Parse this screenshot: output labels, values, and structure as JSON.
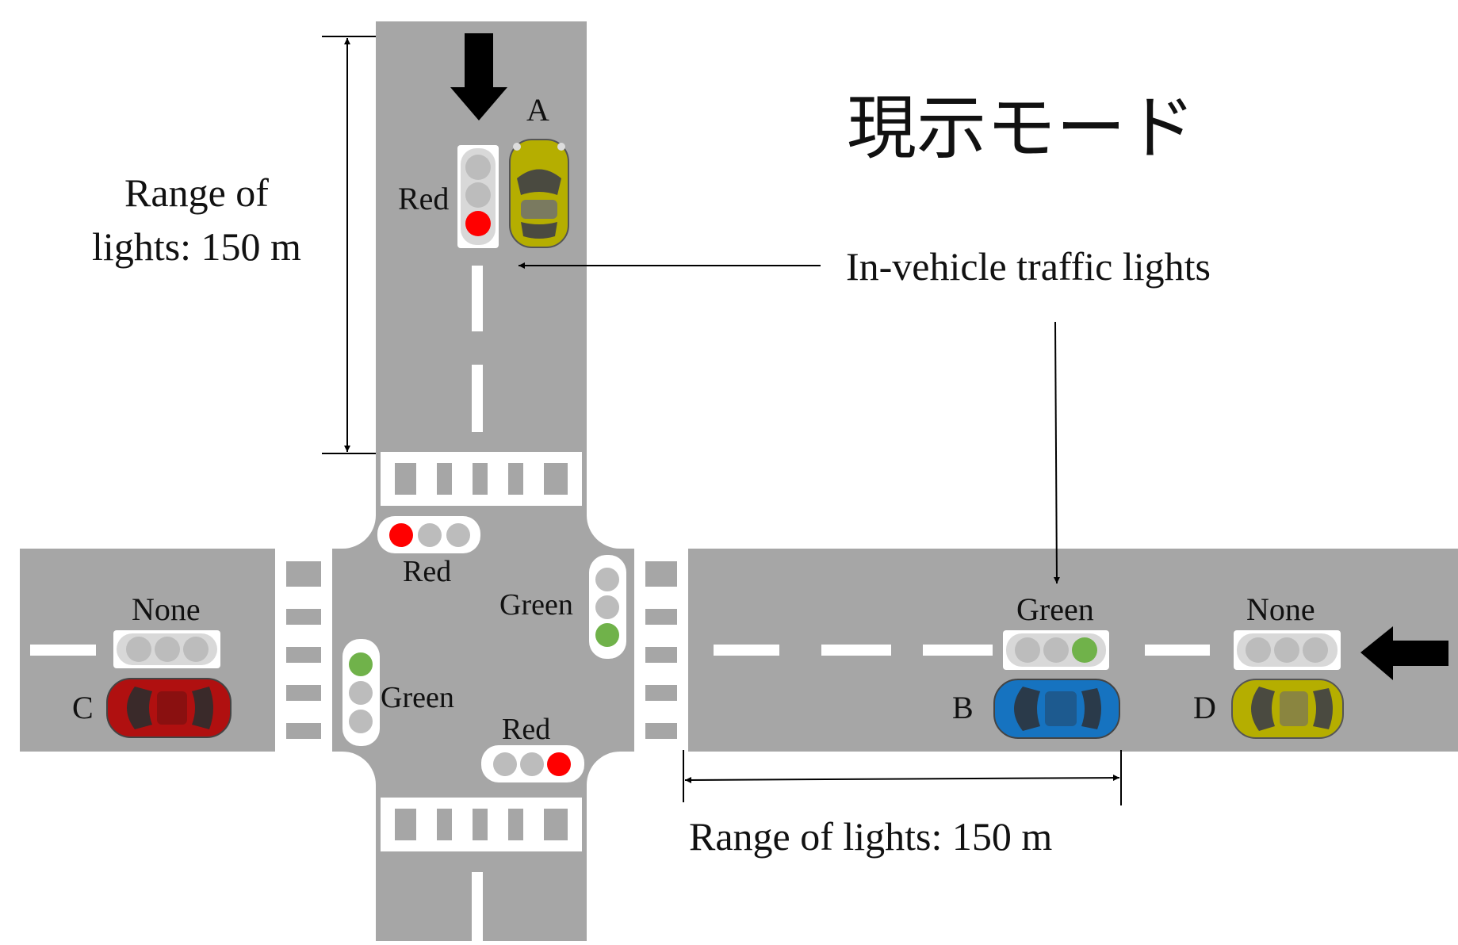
{
  "title": "現示モード",
  "callout_label": "In-vehicle traffic lights",
  "range_vertical": {
    "line1": "Range of",
    "line2": "lights: 150 m"
  },
  "range_horizontal": "Range of lights: 150 m",
  "colors": {
    "road": "#a6a6a6",
    "marking": "#ffffff",
    "lamp_off": "#bcbcbc",
    "lamp_red": "#ff0000",
    "lamp_green": "#70b24a",
    "arrow": "#000000"
  },
  "signals": {
    "north": {
      "label": "Red",
      "active": "red"
    },
    "south": {
      "label": "Red",
      "active": "red"
    },
    "east": {
      "label": "Green",
      "active": "green"
    },
    "west": {
      "label": "Green",
      "active": "green"
    }
  },
  "vehicles": [
    {
      "id": "A",
      "label": "A",
      "color": "#b5ae00",
      "light_label": "Red",
      "light_state": "red"
    },
    {
      "id": "B",
      "label": "B",
      "color": "#1673c0",
      "light_label": "Green",
      "light_state": "green"
    },
    {
      "id": "C",
      "label": "C",
      "color": "#b01010",
      "light_label": "None",
      "light_state": "none"
    },
    {
      "id": "D",
      "label": "D",
      "color": "#b5ae00",
      "light_label": "None",
      "light_state": "none"
    }
  ]
}
